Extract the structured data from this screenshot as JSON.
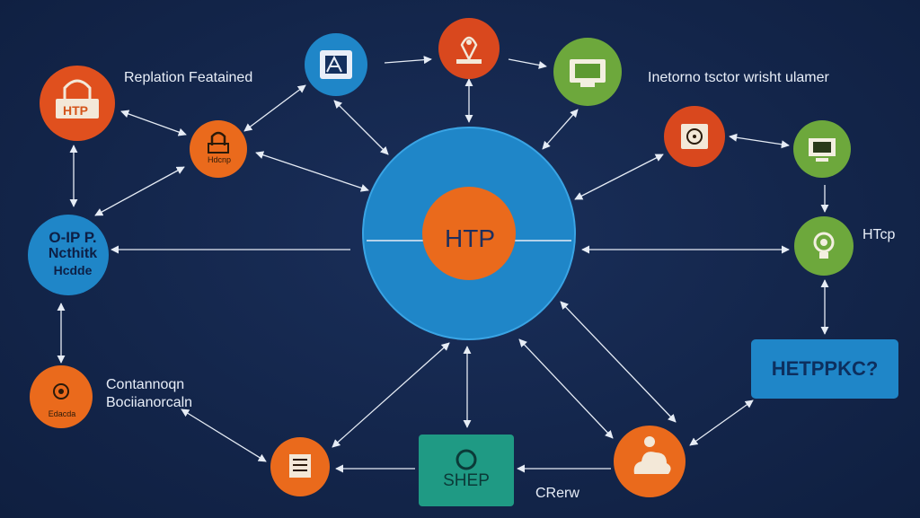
{
  "center": {
    "label": "HTP"
  },
  "labels": {
    "replication": "Replation Featained",
    "inetorno": "Inetorno tsctor wrisht ulamer",
    "htcp": "HTcp",
    "connection_line1": "Contannoqn",
    "connection_line2": "Bociianorcaln",
    "crew": "CRerw"
  },
  "nodes": {
    "oip_line1": "O-IP P.",
    "oip_line2": "Ncthitk",
    "oip_line3": "Hcdde",
    "htp_badge": "HTP",
    "small_caption": "Hdcnp",
    "bottom_left_caption": "Edacda",
    "shep": "SHEP",
    "box": "HETPPKC?"
  },
  "colors": {
    "background": "#13254a",
    "blue": "#1f86c8",
    "orange": "#ea6a1c",
    "red_orange": "#d9481e",
    "green": "#6da83c",
    "teal": "#1f9a84",
    "arrow": "#e6ecf5"
  },
  "icons": [
    "storage-icon",
    "location-pin-icon",
    "monitor-icon",
    "http-badge-icon",
    "lock-icon",
    "disk-icon",
    "computer-icon",
    "bulb-icon",
    "target-icon",
    "document-icon",
    "cloud-icon"
  ]
}
